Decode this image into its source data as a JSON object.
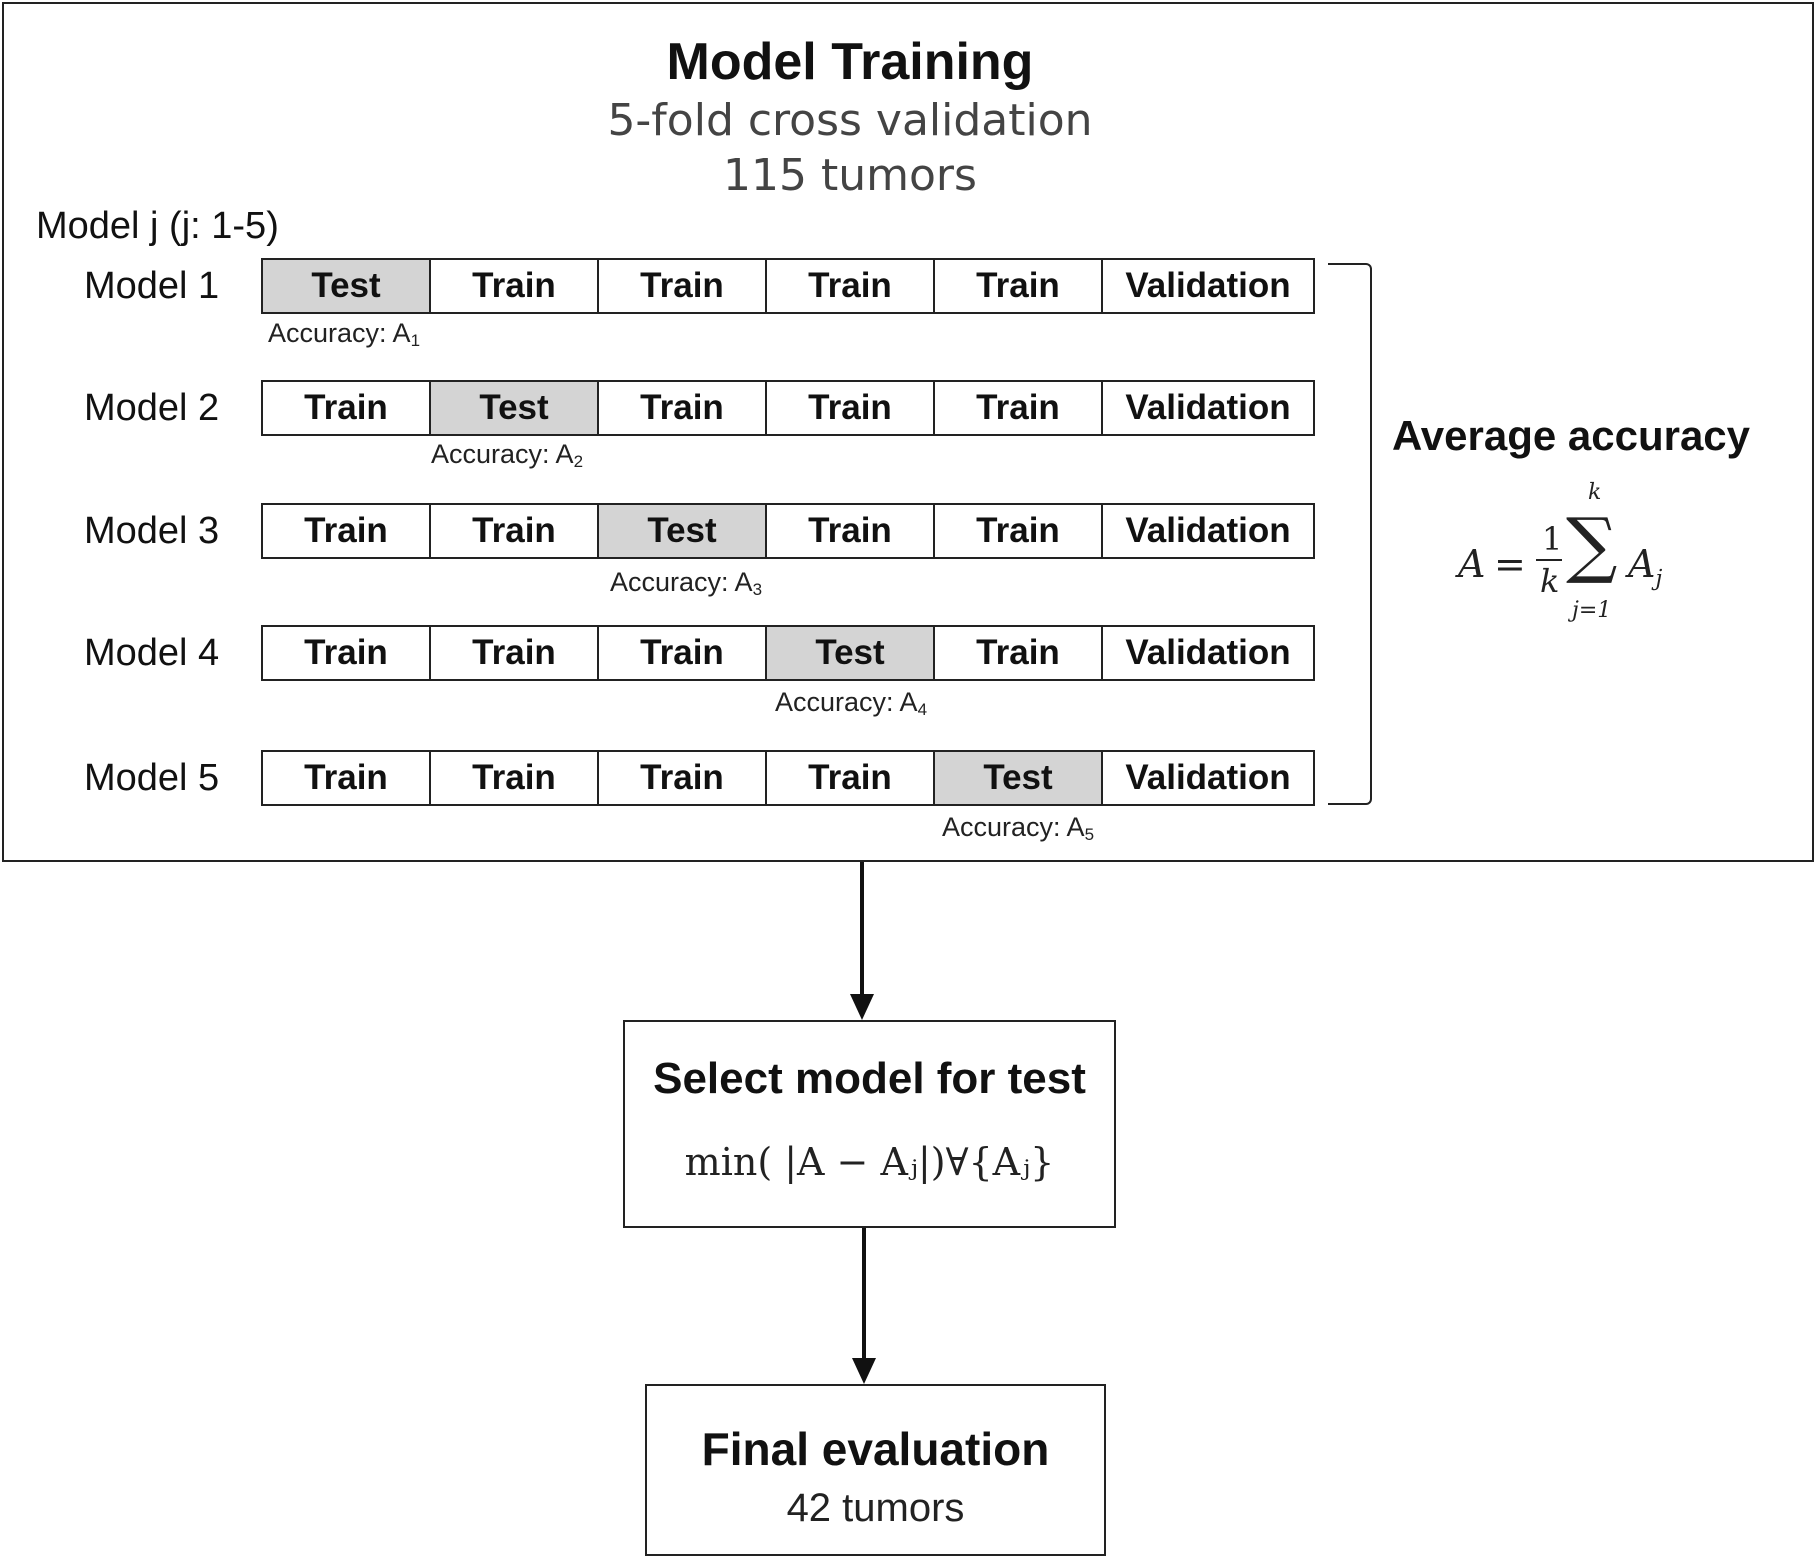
{
  "training": {
    "title": "Model Training",
    "subtitle1": "5-fold cross validation",
    "subtitle2": "115 tumors",
    "model_j_label": "Model j (j: 1-5)",
    "rows": [
      {
        "label": "Model 1",
        "cells": [
          "Test",
          "Train",
          "Train",
          "Train",
          "Train",
          "Validation"
        ],
        "accuracy_prefix": "Accuracy: A",
        "accuracy_index": "1"
      },
      {
        "label": "Model 2",
        "cells": [
          "Train",
          "Test",
          "Train",
          "Train",
          "Train",
          "Validation"
        ],
        "accuracy_prefix": "Accuracy: A",
        "accuracy_index": "2"
      },
      {
        "label": "Model 3",
        "cells": [
          "Train",
          "Train",
          "Test",
          "Train",
          "Train",
          "Validation"
        ],
        "accuracy_prefix": "Accuracy: A",
        "accuracy_index": "3"
      },
      {
        "label": "Model 4",
        "cells": [
          "Train",
          "Train",
          "Train",
          "Test",
          "Train",
          "Validation"
        ],
        "accuracy_prefix": "Accuracy: A",
        "accuracy_index": "4"
      },
      {
        "label": "Model 5",
        "cells": [
          "Train",
          "Train",
          "Train",
          "Train",
          "Test",
          "Validation"
        ],
        "accuracy_prefix": "Accuracy: A",
        "accuracy_index": "5"
      }
    ],
    "average": {
      "title": "Average accuracy",
      "formula": {
        "lhs": "A",
        "eq": "=",
        "frac_num": "1",
        "frac_den": "k",
        "sum_upper": "k",
        "sum_symbol": "∑",
        "sum_lower": "j=1",
        "term": "A",
        "term_sub": "j"
      }
    }
  },
  "select": {
    "title": "Select model for test",
    "formula": "min( |A − Aⱼ|)∀{Aⱼ}"
  },
  "final": {
    "title": "Final evaluation",
    "subtitle": "42 tumors"
  },
  "colors": {
    "test_fill": "#d4d4d4",
    "border": "#222222"
  }
}
